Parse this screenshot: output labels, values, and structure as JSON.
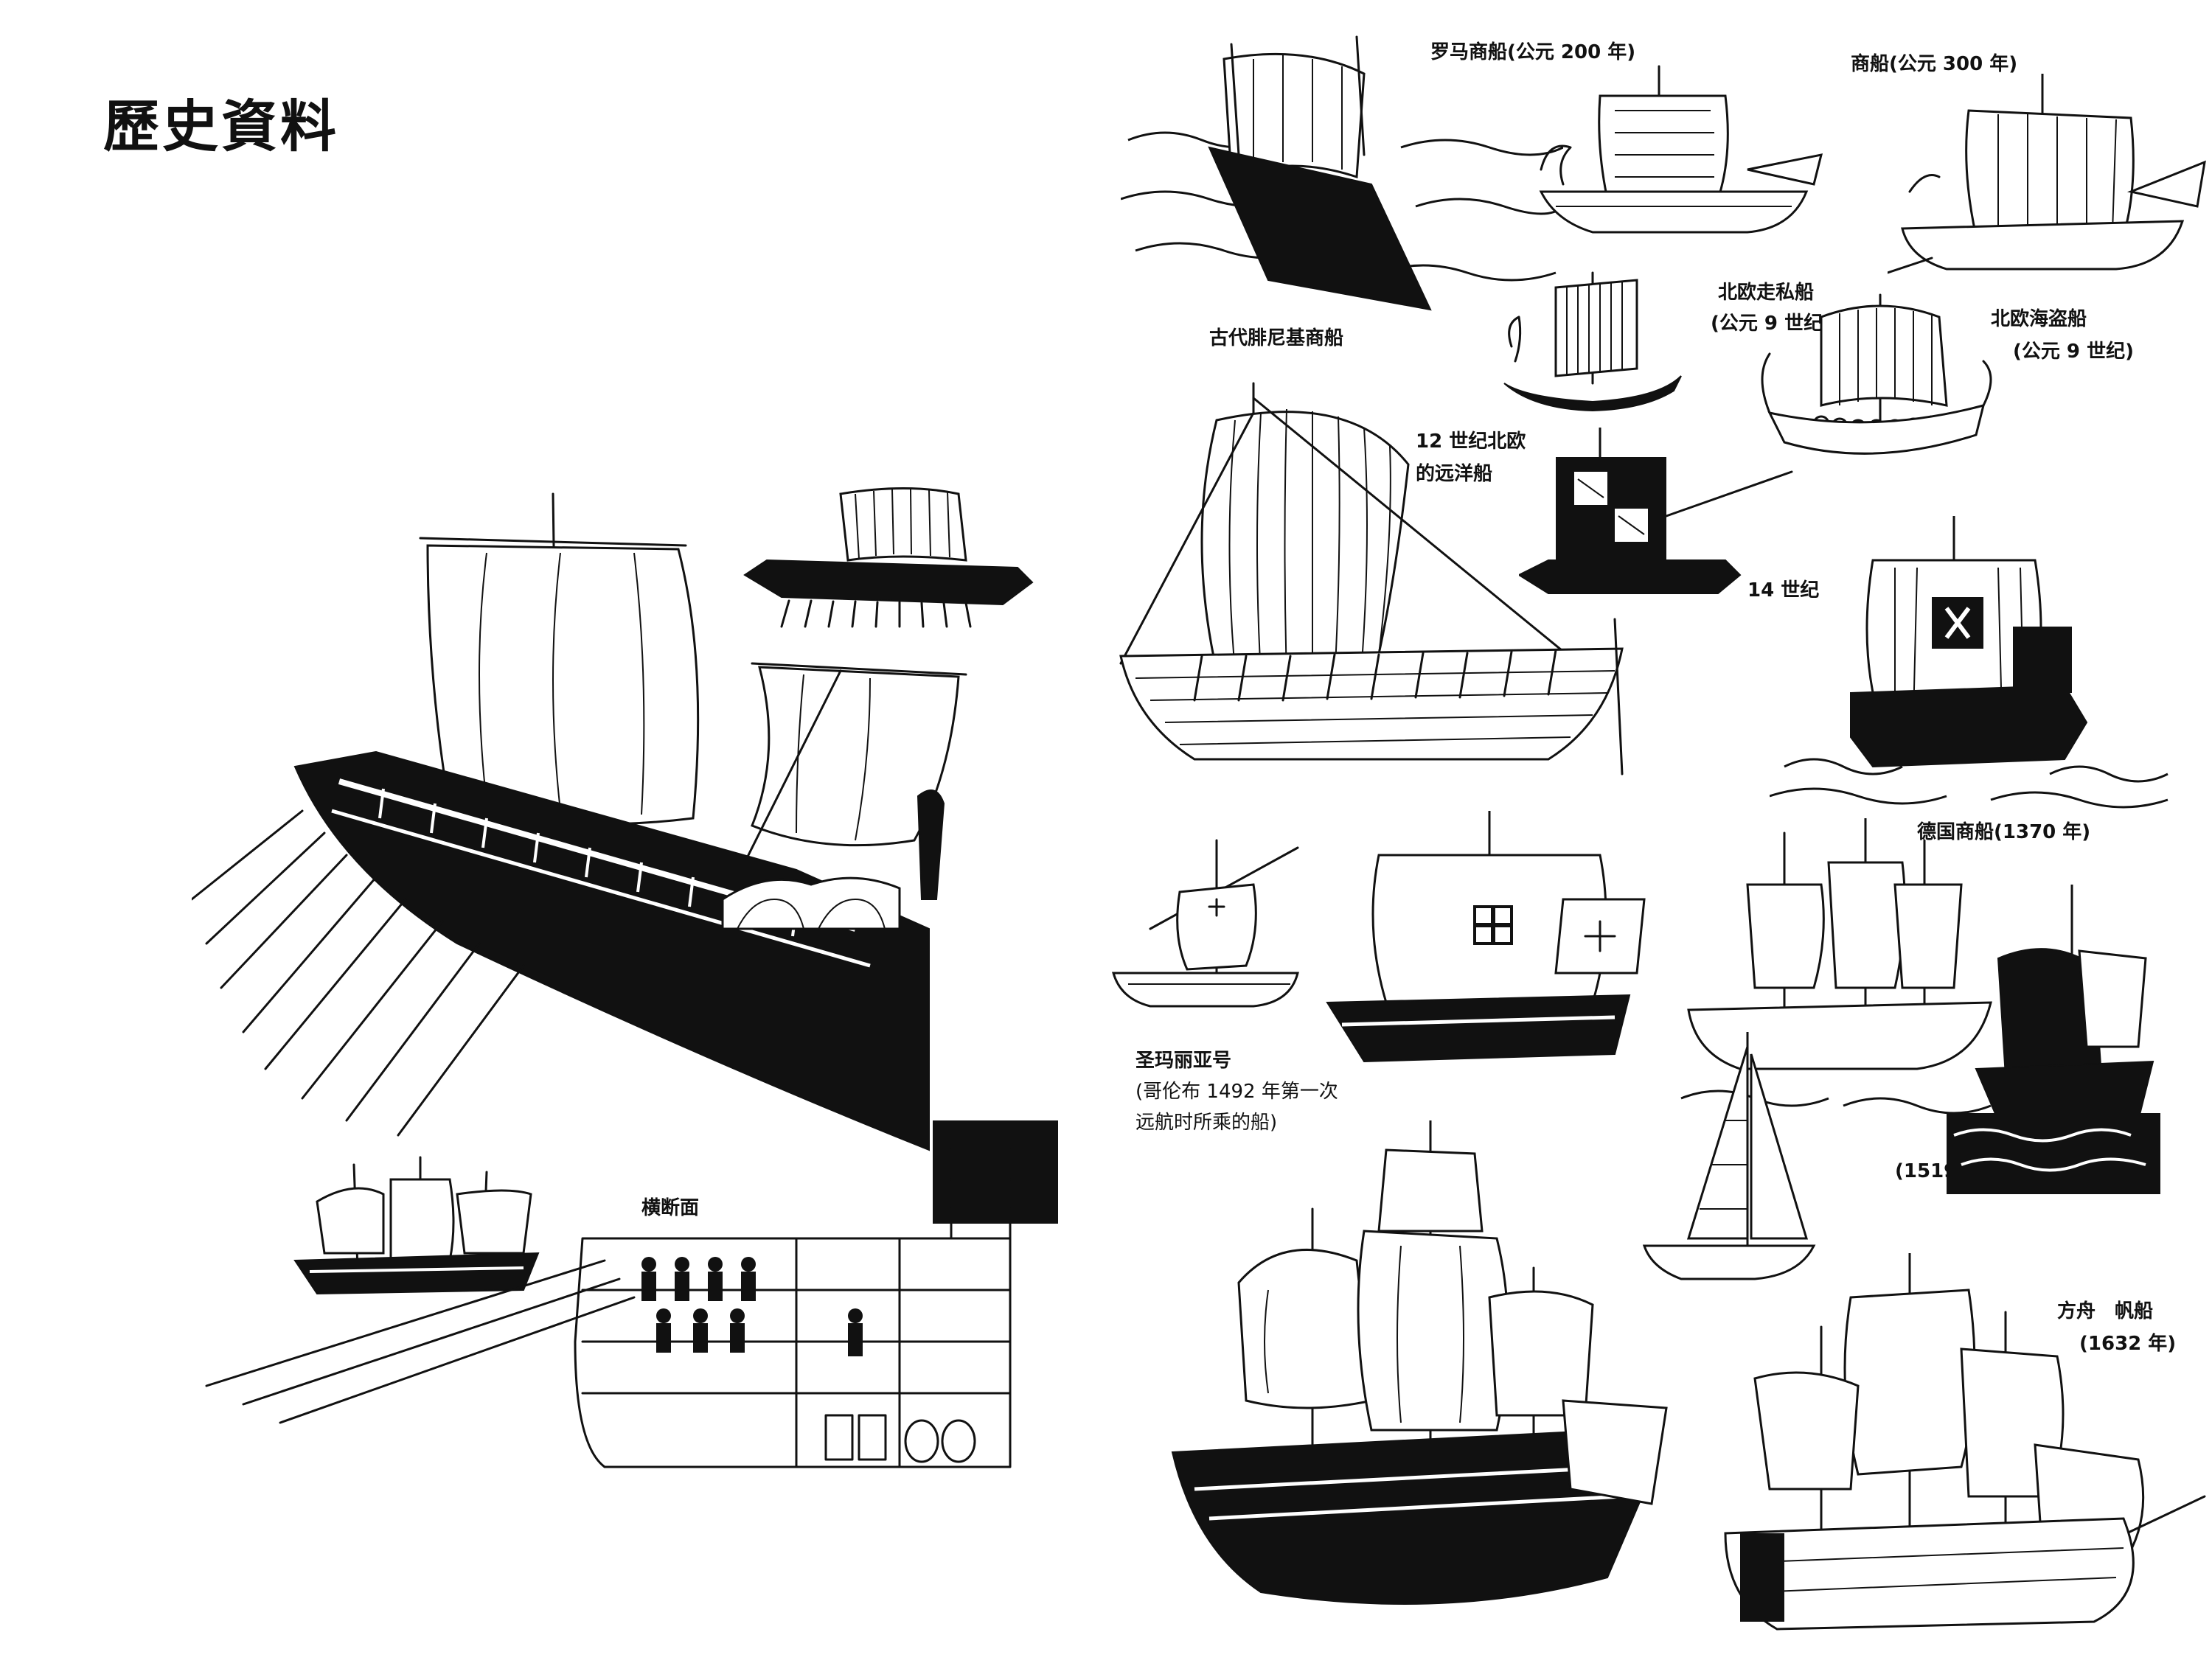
{
  "left_page": {
    "title": "歷史資料",
    "labels": {
      "cross_section": "横断面"
    }
  },
  "right_page": {
    "captions": {
      "phoenician": "古代腓尼基商船",
      "roman": "罗马商船(公元 200 年)",
      "merchant300": "商船(公元 300 年)",
      "smuggler_l1": "北欧走私船",
      "smuggler_l2": "(公元 9 世纪",
      "pirate_l1": "北欧海盗船",
      "pirate_l2": "(公元 9 世纪)",
      "nordic12_l1": "12 世纪北欧",
      "nordic12_l2": "的远洋船",
      "c14": "14 世纪",
      "german": "德国商船(1370 年)",
      "santa_l1": "圣玛丽亚号",
      "santa_l2": "(哥伦布 1492 年第一次",
      "santa_l3": "远航时所乘的船)",
      "y1519": "(1519 年)",
      "ark_l1": "方舟　帆船",
      "ark_l2": "(1632 年)"
    }
  },
  "colors": {
    "ink": "#111111",
    "paper": "#ffffff"
  }
}
